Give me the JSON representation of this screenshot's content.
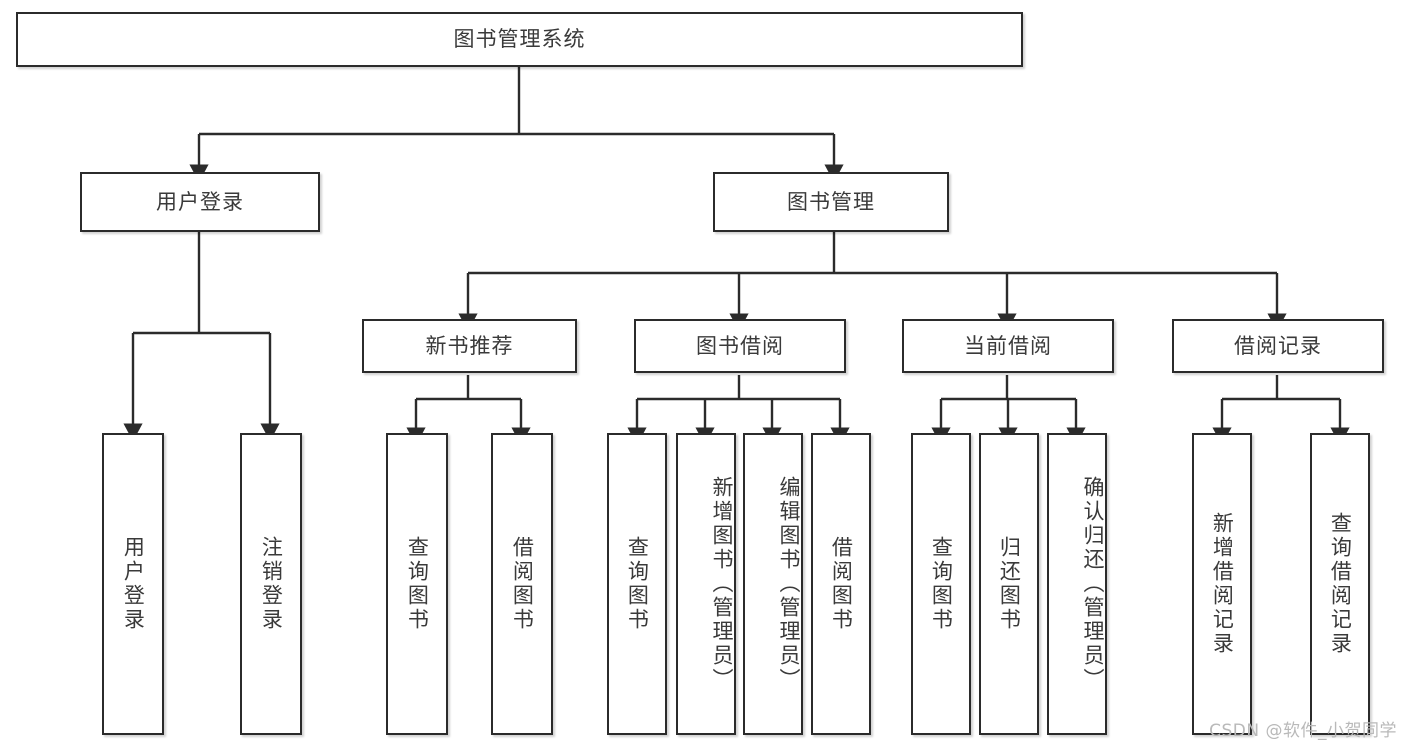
{
  "diagram": {
    "title": "图书管理系统",
    "type": "tree-hierarchy",
    "colors": {
      "box_border": "#2b2b2b",
      "box_fill": "#ffffff",
      "edge": "#2b2b2b",
      "text": "#3a3a3a",
      "watermark": "#b9b9b9",
      "background": "#ffffff"
    }
  },
  "nodes": {
    "root": {
      "label": "图书管理系统"
    },
    "level1": [
      {
        "id": "user-login",
        "label": "用户登录"
      },
      {
        "id": "book-manage",
        "label": "图书管理"
      }
    ],
    "level2": [
      {
        "id": "new-book-recommend",
        "label": "新书推荐"
      },
      {
        "id": "book-borrow",
        "label": "图书借阅"
      },
      {
        "id": "current-borrow",
        "label": "当前借阅"
      },
      {
        "id": "borrow-record",
        "label": "借阅记录"
      }
    ],
    "leaves": {
      "user_login": [
        {
          "id": "leaf-user-login",
          "label": "用户登录"
        },
        {
          "id": "leaf-logout-login",
          "label": "注销登录"
        }
      ],
      "new_book_recommend": [
        {
          "id": "leaf-query-book-1",
          "label": "查询图书"
        },
        {
          "id": "leaf-borrow-book-1",
          "label": "借阅图书"
        }
      ],
      "book_borrow": [
        {
          "id": "leaf-query-book-2",
          "label": "查询图书"
        },
        {
          "id": "leaf-add-book",
          "label": "新增图书（管理员）"
        },
        {
          "id": "leaf-edit-book",
          "label": "编辑图书（管理员）"
        },
        {
          "id": "leaf-borrow-book-2",
          "label": "借阅图书"
        }
      ],
      "current_borrow": [
        {
          "id": "leaf-query-book-3",
          "label": "查询图书"
        },
        {
          "id": "leaf-return-book",
          "label": "归还图书"
        },
        {
          "id": "leaf-confirm-return",
          "label": "确认归还（管理员）"
        }
      ],
      "borrow_record": [
        {
          "id": "leaf-add-record",
          "label": "新增借阅记录"
        },
        {
          "id": "leaf-query-record",
          "label": "查询借阅记录"
        }
      ]
    }
  },
  "watermark": {
    "text": "CSDN @软件_小贺同学"
  }
}
